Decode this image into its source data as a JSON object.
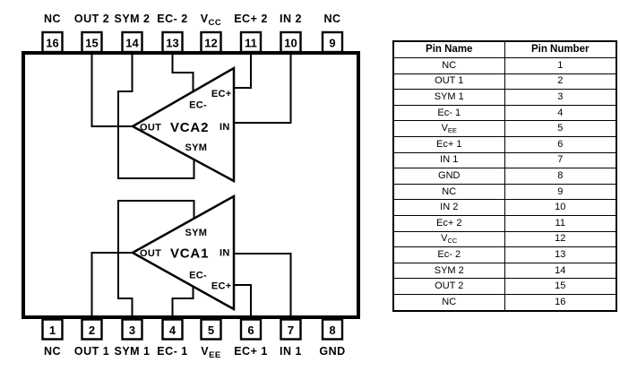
{
  "diagram": {
    "top_pins": [
      {
        "num": "16",
        "label": "NC",
        "sub": ""
      },
      {
        "num": "15",
        "label": "OUT 2",
        "sub": ""
      },
      {
        "num": "14",
        "label": "SYM 2",
        "sub": ""
      },
      {
        "num": "13",
        "label": "EC- 2",
        "sub": ""
      },
      {
        "num": "12",
        "label": "V",
        "sub": "CC"
      },
      {
        "num": "11",
        "label": "EC+ 2",
        "sub": ""
      },
      {
        "num": "10",
        "label": "IN 2",
        "sub": ""
      },
      {
        "num": "9",
        "label": "NC",
        "sub": ""
      }
    ],
    "bottom_pins": [
      {
        "num": "1",
        "label": "NC",
        "sub": ""
      },
      {
        "num": "2",
        "label": "OUT 1",
        "sub": ""
      },
      {
        "num": "3",
        "label": "SYM 1",
        "sub": ""
      },
      {
        "num": "4",
        "label": "EC- 1",
        "sub": ""
      },
      {
        "num": "5",
        "label": "V",
        "sub": "EE"
      },
      {
        "num": "6",
        "label": "EC+ 1",
        "sub": ""
      },
      {
        "num": "7",
        "label": "IN 1",
        "sub": ""
      },
      {
        "num": "8",
        "label": "GND",
        "sub": ""
      }
    ],
    "amp2": {
      "name": "VCA2",
      "out": "OUT",
      "in": "IN",
      "ecm": "EC-",
      "ecp": "EC+",
      "sym": "SYM"
    },
    "amp1": {
      "name": "VCA1",
      "out": "OUT",
      "in": "IN",
      "ecm": "EC-",
      "ecp": "EC+",
      "sym": "SYM"
    },
    "colors": {
      "line": "#000000",
      "background": "#ffffff"
    }
  },
  "pin_table": {
    "headers": [
      "Pin Name",
      "Pin Number"
    ],
    "rows": [
      {
        "name": "NC",
        "name_sub": "",
        "number": "1"
      },
      {
        "name": "OUT 1",
        "name_sub": "",
        "number": "2"
      },
      {
        "name": "SYM 1",
        "name_sub": "",
        "number": "3"
      },
      {
        "name": "Ec- 1",
        "name_sub": "",
        "number": "4"
      },
      {
        "name": "V",
        "name_sub": "EE",
        "number": "5"
      },
      {
        "name": "Ec+ 1",
        "name_sub": "",
        "number": "6"
      },
      {
        "name": "IN 1",
        "name_sub": "",
        "number": "7"
      },
      {
        "name": "GND",
        "name_sub": "",
        "number": "8"
      },
      {
        "name": "NC",
        "name_sub": "",
        "number": "9"
      },
      {
        "name": "IN 2",
        "name_sub": "",
        "number": "10"
      },
      {
        "name": "Ec+ 2",
        "name_sub": "",
        "number": "11"
      },
      {
        "name": "V",
        "name_sub": "CC",
        "number": "12"
      },
      {
        "name": "Ec- 2",
        "name_sub": "",
        "number": "13"
      },
      {
        "name": "SYM 2",
        "name_sub": "",
        "number": "14"
      },
      {
        "name": "OUT 2",
        "name_sub": "",
        "number": "15"
      },
      {
        "name": "NC",
        "name_sub": "",
        "number": "16"
      }
    ]
  }
}
